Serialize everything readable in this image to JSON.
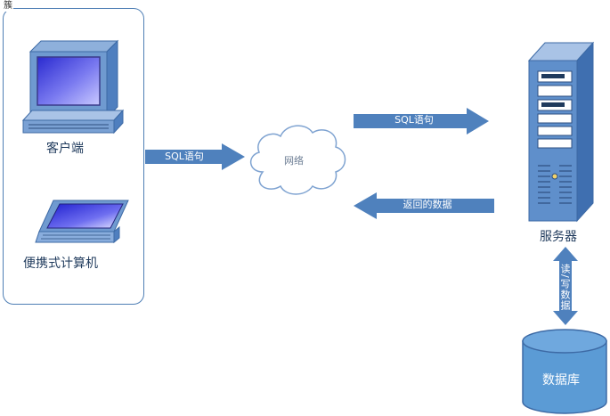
{
  "group": {
    "label": "簇"
  },
  "nodes": {
    "client": {
      "label": "客户端"
    },
    "laptop": {
      "label": "便携式计算机"
    },
    "network": {
      "label": "网络"
    },
    "server": {
      "label": "服务器"
    },
    "database": {
      "label": "数据库"
    }
  },
  "arrows": {
    "client_to_network": {
      "label": "SQL语句"
    },
    "network_to_server": {
      "label": "SQL语句"
    },
    "server_to_network": {
      "label": "返回的数据"
    },
    "server_database": {
      "label": "读/写数据"
    }
  },
  "colors": {
    "arrow": "#4f81bd",
    "border": "#4f7fb5",
    "database": "#5b9bd5",
    "caption": "#1f3a5c"
  },
  "icons": [
    "desktop-computer-icon",
    "laptop-icon",
    "cloud-icon",
    "server-tower-icon",
    "database-cylinder-icon"
  ]
}
